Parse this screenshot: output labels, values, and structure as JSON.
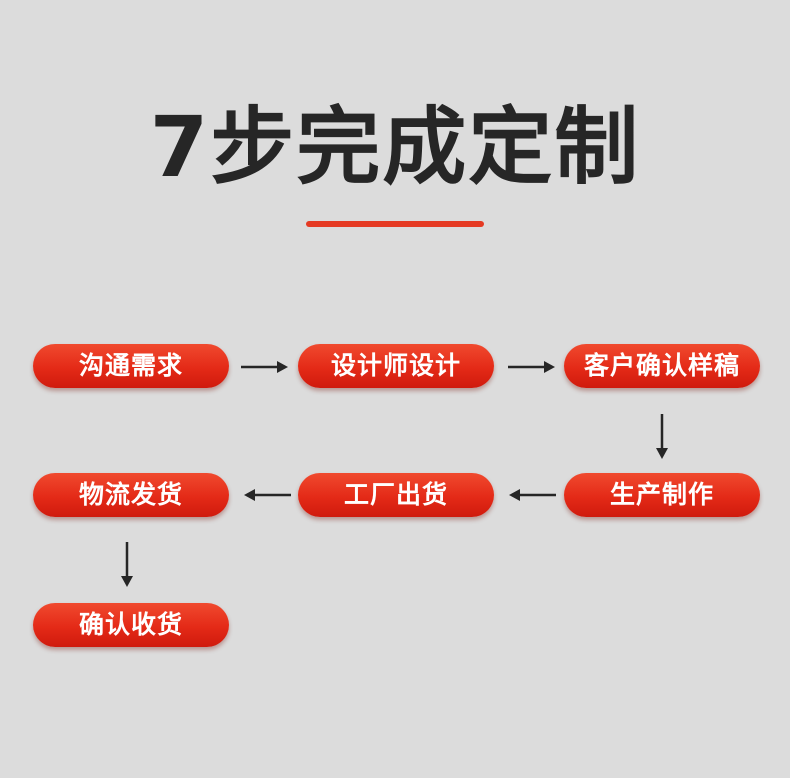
{
  "title": "7步完成定制",
  "colors": {
    "accent": "#e53a23",
    "background": "#dcdcdc",
    "title_text": "#262626",
    "arrow": "#262626"
  },
  "steps": [
    {
      "label": "沟通需求"
    },
    {
      "label": "设计师设计"
    },
    {
      "label": "客户确认样稿"
    },
    {
      "label": "生产制作"
    },
    {
      "label": "工厂出货"
    },
    {
      "label": "物流发货"
    },
    {
      "label": "确认收货"
    }
  ]
}
